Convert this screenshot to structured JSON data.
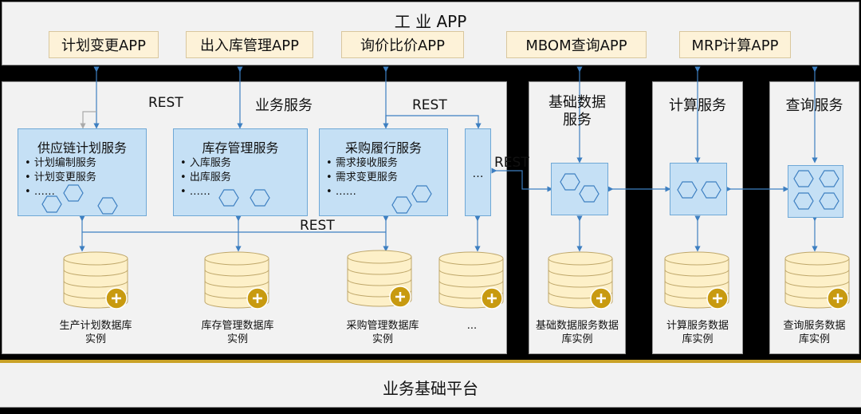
{
  "top_layer": {
    "title": "工 业 APP",
    "apps": [
      "计划变更APP",
      "出入库管理APP",
      "询价比价APP",
      "MBOM查询APP",
      "MRP计算APP"
    ]
  },
  "business_services": {
    "title": "业务服务",
    "rest_labels": [
      "REST",
      "REST",
      "REST",
      "REST"
    ],
    "services": [
      {
        "title": "供应链计划服务",
        "items": [
          "计划编制服务",
          "计划变更服务",
          "……"
        ]
      },
      {
        "title": "库存管理服务",
        "items": [
          "入库服务",
          "出库服务",
          "……"
        ]
      },
      {
        "title": "采购履行服务",
        "items": [
          "需求接收服务",
          "需求变更服务",
          "……"
        ]
      },
      {
        "title": "…",
        "items": []
      }
    ],
    "databases": [
      "生产计划数据库\n实例",
      "库存管理数据库\n实例",
      "采购管理数据库\n实例",
      "..."
    ]
  },
  "base_data_services": {
    "title": "基础数据\n服务",
    "database": "基础数据服务数据\n库实例"
  },
  "compute_services": {
    "title": "计算服务",
    "database": "计算服务数据\n库实例"
  },
  "query_services": {
    "title": "查询服务",
    "database": "查询服务数据\n库实例"
  },
  "bottom_layer": {
    "title": "业务基础平台"
  },
  "colors": {
    "panel": "#f2f2f2",
    "service_box": "#c5e0f5",
    "app_button": "#fdf2d8",
    "database": "#fdf0c8",
    "plus_badge": "#c89a10",
    "arrow": "#3d7fc1",
    "gold_line": "#c9a227"
  }
}
